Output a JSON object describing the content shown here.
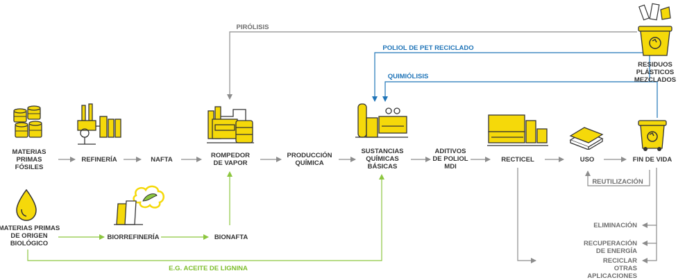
{
  "nodes": {
    "materias_fosiles": "MATERIAS\nPRIMAS\nFÓSILES",
    "refineria": "REFINERÍA",
    "nafta": "NAFTA",
    "rompedor": "ROMPEDOR\nDE VAPOR",
    "produccion": "PRODUCCIÓN\nQUÍMICA",
    "sustancias": "SUSTANCIAS\nQUÍMICAS\nBÁSICAS",
    "aditivos": "ADITIVOS\nDE POLIOL\nMDI",
    "recticel": "RECTICEL",
    "uso": "USO",
    "fin_de_vida": "FIN DE VIDA",
    "residuos": "RESIDUOS PLÁSTICOS\nMEZCLADOS",
    "materias_bio": "MATERIAS PRIMAS\nDE ORIGEN\nBIOLÓGICO",
    "biorrefineria": "BIORREFINERÍA",
    "bionafta": "BIONAFTA"
  },
  "flows": {
    "pirolisis": "PIRÓLISIS",
    "poliol_pet": "POLIOL DE PET RECICLADO",
    "quimiolisis": "QUIMIÓLISIS",
    "reutilizacion": "REUTILIZACIÓN",
    "eliminacion": "ELIMINACIÓN",
    "recuperacion": "RECUPERACIÓN DE ENERGÍA",
    "reciclar": "RECICLAR OTRAS APLICACIONES",
    "aceite_lignina": "E.G. ACEITE DE LIGNINA"
  },
  "colors": {
    "yellow": "#f5d90a",
    "grey_line": "#8c8c8c",
    "blue_line": "#1f74b8",
    "green_line": "#8cc63f",
    "text": "#333333"
  }
}
